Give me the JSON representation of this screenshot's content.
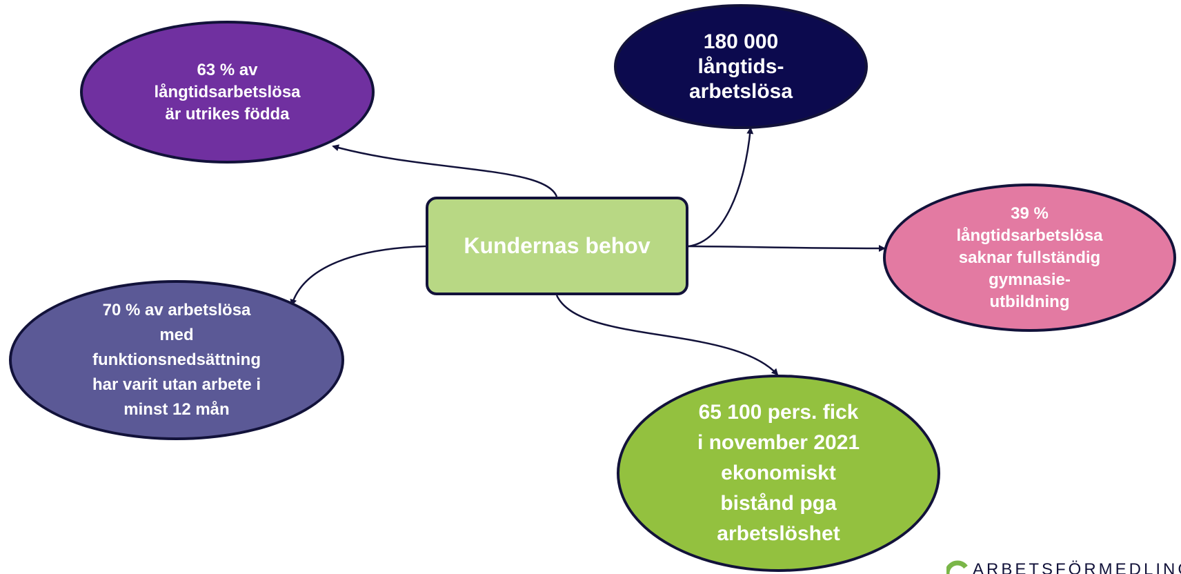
{
  "diagram": {
    "center": {
      "label": "Kundernas behov"
    },
    "nodes": {
      "purple": "63 % av\nlångtidsarbetslösa\när utrikes födda",
      "navy": "180 000\nlångtids-\narbetslösa",
      "pink": "39 %\nlångtidsarbetslösa\nsaknar fullständig\ngymnasie-\nutbildning",
      "slate": "70 % av arbetslösa\nmed\nfunktionsnedsättning\nhar varit utan arbete i\nminst 12 mån",
      "green": "65 100 pers. fick\ni november 2021\nekonomiskt\nbistånd pga\narbetslöshet"
    },
    "colors": {
      "purple": "#7030a0",
      "navy": "#0c0a4e",
      "pink": "#e37aa2",
      "slate": "#5b5996",
      "green": "#93c13f",
      "center": "#b8d884",
      "outline": "#12123a",
      "logo_green": "#7ab648"
    }
  },
  "logo": {
    "text": "ARBETSFÖRMEDLINGEN"
  }
}
